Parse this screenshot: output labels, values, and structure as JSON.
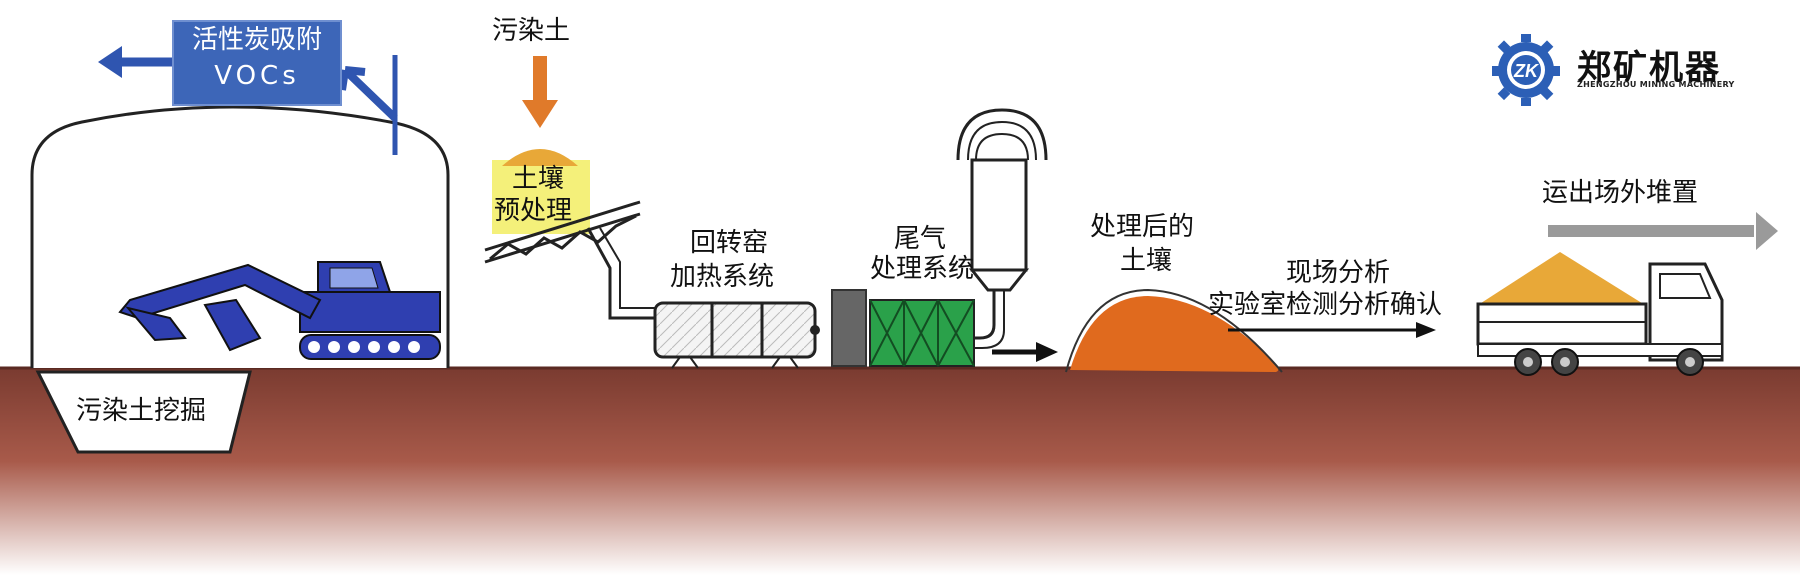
{
  "labels": {
    "activated_carbon_line1": "活性炭吸附",
    "activated_carbon_line2": "VOCs",
    "contaminated_soil": "污染土",
    "pretreatment_line1": "土壤",
    "pretreatment_line2": "预处理",
    "rotary_kiln_line1": "回转窑",
    "rotary_kiln_line2": "加热系统",
    "exhaust_line1": "尾气",
    "exhaust_line2": "处理系统",
    "treated_soil_line1": "处理后的",
    "treated_soil_line2": "土壤",
    "analysis_line1": "现场分析",
    "analysis_line2": "实验室检测分析确认",
    "transport": "运出场外堆置",
    "excavation": "污染土挖掘"
  },
  "logo": {
    "badge": "ZK",
    "name": "郑矿机器",
    "subtitle": "ZHENGZHOU MINING MACHINERY"
  },
  "colors": {
    "blue_box": "#3d66b8",
    "excavator": "#2f3fb0",
    "arrow_blue": "#3d66b8",
    "arrow_orange": "#e07a2a",
    "soil_orange": "#e06a1e",
    "soil_yellow": "#e8a838",
    "exhaust_green": "#2aa14a",
    "ground_top": "#7a3b30",
    "transport_arrow": "#9a9a9a",
    "pretreat_highlight": "#f4f07a"
  },
  "icons": [
    "zk-gear-logo-icon",
    "excavator-icon",
    "dump-truck-icon",
    "rotary-kiln-icon",
    "cyclone-icon"
  ]
}
